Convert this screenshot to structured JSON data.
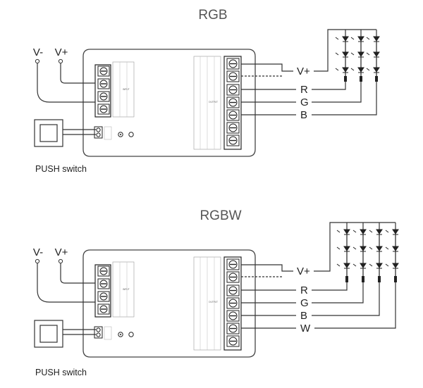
{
  "diagrams": [
    {
      "title": "RGB",
      "supply": {
        "minus": "V-",
        "plus": "V+"
      },
      "switch_label": "PUSH switch",
      "outputs": [
        "V+",
        "R",
        "G",
        "B"
      ],
      "led_columns": 3
    },
    {
      "title": "RGBW",
      "supply": {
        "minus": "V-",
        "plus": "V+"
      },
      "switch_label": "PUSH switch",
      "outputs": [
        "V+",
        "R",
        "G",
        "B",
        "W"
      ],
      "led_columns": 4
    }
  ],
  "colors": {
    "line": "#333333",
    "box": "#444444",
    "terminal": "#222222",
    "text": "#222222"
  }
}
